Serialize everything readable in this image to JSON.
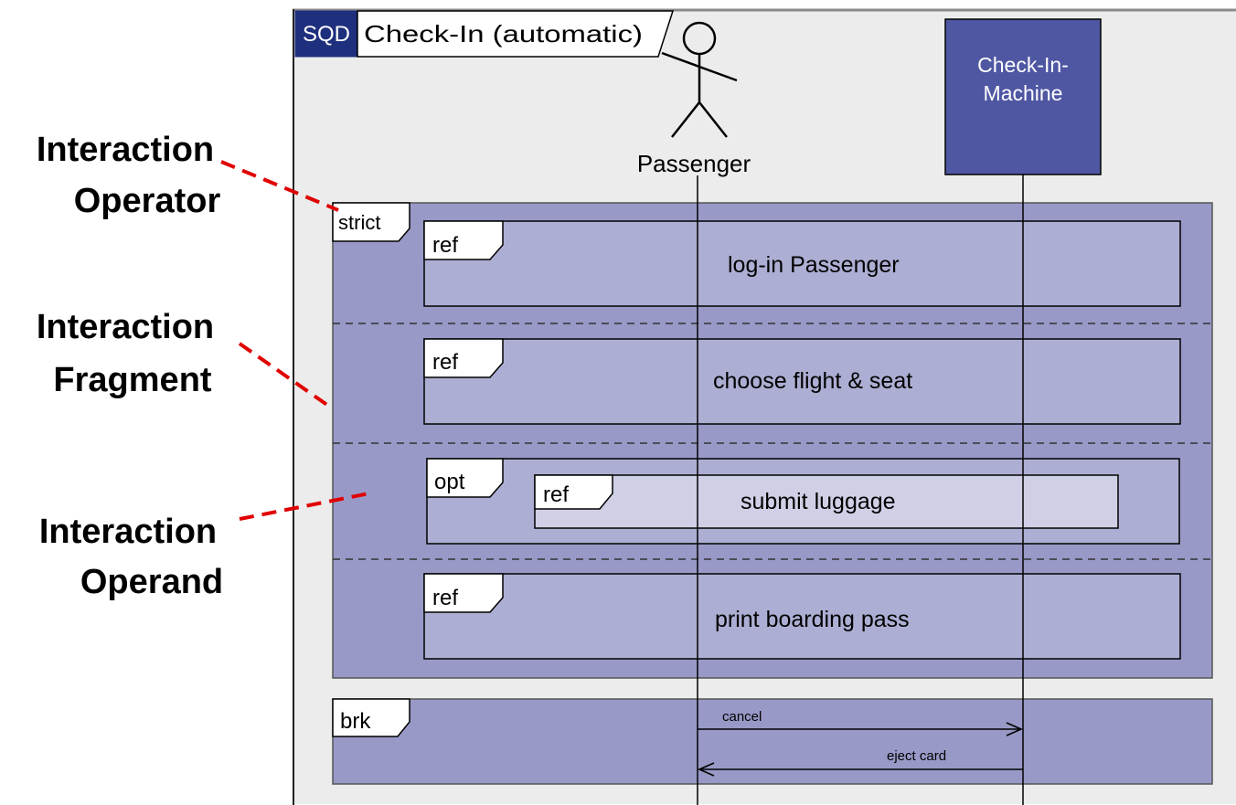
{
  "frame": {
    "kind": "SQD",
    "title": "Check-In (automatic)"
  },
  "lifelines": {
    "passenger": {
      "label": "Passenger"
    },
    "machine": {
      "label_line1": "Check-In-",
      "label_line2": "Machine"
    }
  },
  "combined_fragment": {
    "operator": "strict",
    "operands": [
      {
        "ref_tag": "ref",
        "text": "log-in Passenger"
      },
      {
        "ref_tag": "ref",
        "text": "choose flight & seat"
      },
      {
        "opt_tag": "opt",
        "ref_tag": "ref",
        "text": "submit luggage"
      },
      {
        "ref_tag": "ref",
        "text": "print boarding pass"
      }
    ]
  },
  "break_fragment": {
    "operator": "brk",
    "messages": [
      {
        "label": "cancel"
      },
      {
        "label": "eject card"
      }
    ]
  },
  "annotations": [
    {
      "line1": "Interaction",
      "line2": "Operator"
    },
    {
      "line1": "Interaction",
      "line2": "Fragment"
    },
    {
      "line1": "Interaction",
      "line2": "Operand"
    }
  ],
  "colors": {
    "frame_bg": "#ececec",
    "fragment_fill": "#9899c7",
    "ref_fill": "#adaed3",
    "inner_ref_fill": "#cfcfe6",
    "machine_fill": "#4f57a3",
    "annotation_line": "#e00000"
  }
}
